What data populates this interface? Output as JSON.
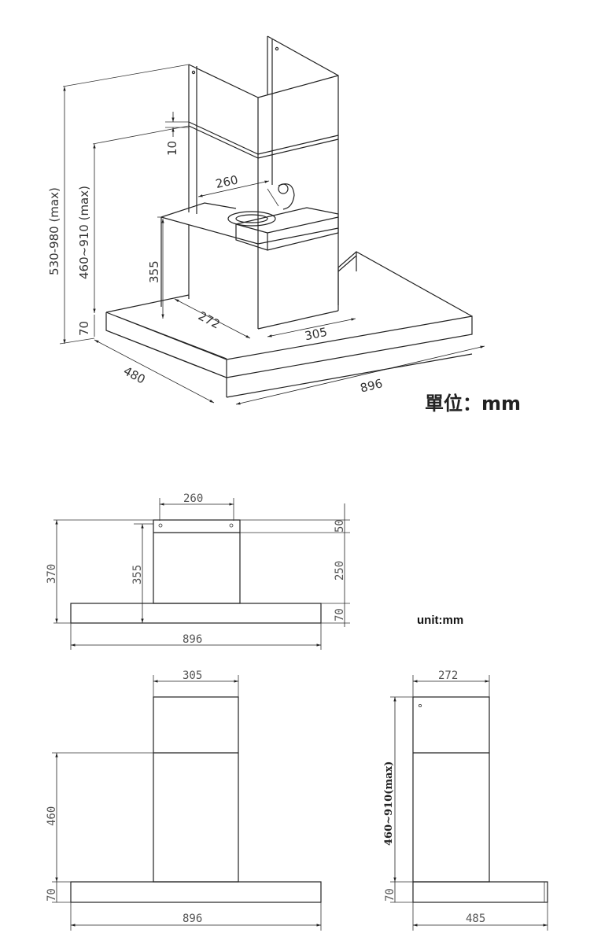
{
  "iso_view": {
    "labels": {
      "total_height": "530-980 (max)",
      "chimney_height": "460~910 (max)",
      "gap": "10",
      "width_top": "260",
      "body_height": "355",
      "base_height": "70",
      "depth_inner": "272",
      "width_inner": "305",
      "depth": "480",
      "width": "896"
    },
    "unit_label": "單位：mm"
  },
  "front_view": {
    "labels": {
      "top_width": "260",
      "total_height": "370",
      "body_height": "355",
      "top_seg": "50",
      "mid_seg": "250",
      "base_seg": "70",
      "width": "896"
    },
    "unit_label": "unit:mm"
  },
  "side_view_a": {
    "labels": {
      "top_width": "305",
      "height": "460",
      "base_height": "70",
      "width": "896"
    }
  },
  "side_view_b": {
    "labels": {
      "top_width": "272",
      "height": "460~910(max)",
      "base_height": "70",
      "width": "485"
    }
  }
}
